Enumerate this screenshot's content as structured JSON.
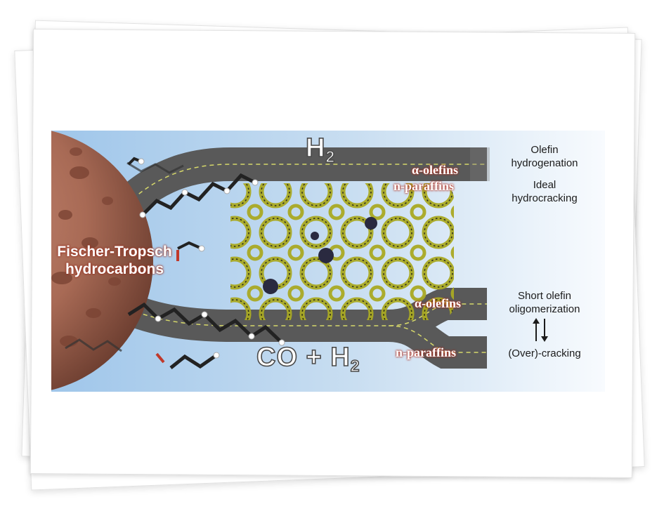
{
  "figure": {
    "h2_top": {
      "main": "H",
      "sub": "2"
    },
    "syngas": {
      "main": "CO + H",
      "sub": "2"
    },
    "source": {
      "line1": "Fischer-Tropsch",
      "line2": "hydrocarbons"
    },
    "road_labels": {
      "top_olefins": "α-olefins",
      "top_paraffins": "n-paraffins",
      "bottom_olefins": "α-olefins",
      "bottom_paraffins": "n-paraffins"
    },
    "side_labels": {
      "olefin_hydrogenation": {
        "line1": "Olefin",
        "line2": "hydrogenation"
      },
      "ideal_hydrocracking": {
        "line1": "Ideal",
        "line2": "hydrocracking"
      },
      "short_olefin_oligomerization": {
        "line1": "Short olefin",
        "line2": "oligomerization"
      },
      "over_cracking": "(Over)-cracking"
    },
    "colors": {
      "road": "#595959",
      "catalyst_particle": "#a86a55",
      "zeolite_framework": "#a9a923",
      "metal_cluster": "#2a2a40",
      "label_glow": "#b03020"
    }
  }
}
